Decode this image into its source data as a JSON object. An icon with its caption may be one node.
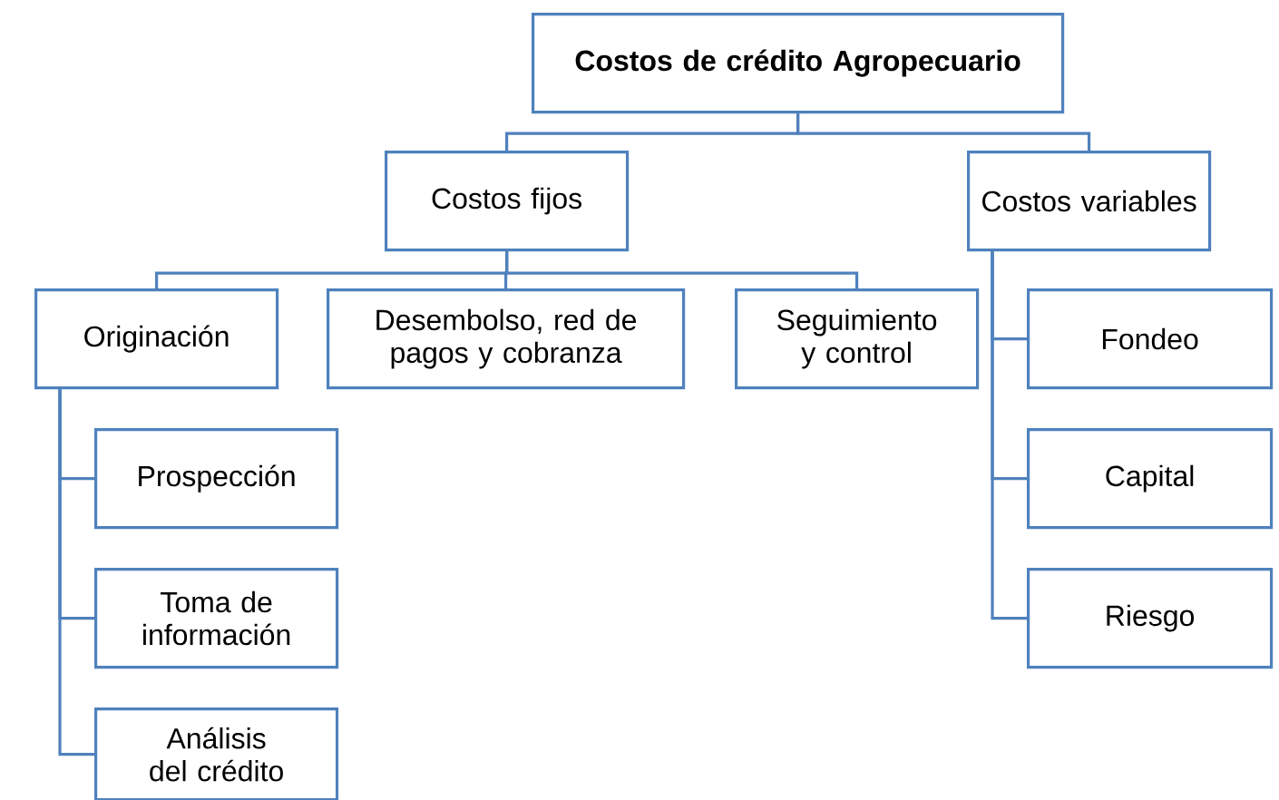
{
  "diagram": {
    "nodes": [
      {
        "text": [
          "Costos de crédito Agropecuario"
        ]
      },
      {
        "text": [
          "Costos fijos"
        ]
      },
      {
        "text": [
          "Costos variables"
        ]
      },
      {
        "text": [
          "Originación"
        ]
      },
      {
        "text": [
          "Desembolso, red de pagos y cobranza"
        ]
      },
      {
        "text": [
          "Seguimiento y control"
        ]
      },
      {
        "text": [
          "Fondeo"
        ]
      },
      {
        "text": [
          "Prospección"
        ]
      },
      {
        "text": [
          "Toma de información"
        ]
      },
      {
        "text": [
          "Análisis del crédito"
        ]
      },
      {
        "text": [
          "Capital"
        ]
      },
      {
        "text": [
          "Riesgo"
        ]
      }
    ],
    "edges": [
      {
        "from": 0,
        "to": 1,
        "arrow": "none"
      },
      {
        "from": 0,
        "to": 2,
        "arrow": "none"
      },
      {
        "from": 1,
        "to": 3,
        "arrow": "none"
      },
      {
        "from": 1,
        "to": 4,
        "arrow": "none"
      },
      {
        "from": 1,
        "to": 5,
        "arrow": "none"
      },
      {
        "from": 2,
        "to": 6,
        "arrow": "none"
      },
      {
        "from": 2,
        "to": 10,
        "arrow": "none"
      },
      {
        "from": 2,
        "to": 11,
        "arrow": "none"
      },
      {
        "from": 3,
        "to": 7,
        "arrow": "none"
      },
      {
        "from": 3,
        "to": 8,
        "arrow": "none"
      },
      {
        "from": 3,
        "to": 9,
        "arrow": "none"
      }
    ]
  }
}
